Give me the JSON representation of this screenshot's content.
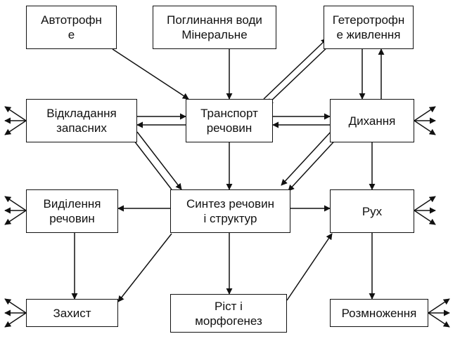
{
  "nodes": {
    "autotrophic": "Автотрофн\nе",
    "water": "Поглинання води\nМінеральне",
    "heterotrophic": "Гетеротрофн\nе живлення",
    "deposition": "Відкладання\nзапасних",
    "transport": "Транспорт\nречовин",
    "respiration": "Дихання",
    "excretion": "Виділення\nречовин",
    "synthesis": "Синтез речовин\nі структур",
    "movement": "Рух",
    "protection": "Захист",
    "growth": "Ріст і\nморфогенез",
    "reproduction": "Розмноження"
  },
  "colors": {
    "line": "#111111",
    "background": "#ffffff"
  }
}
